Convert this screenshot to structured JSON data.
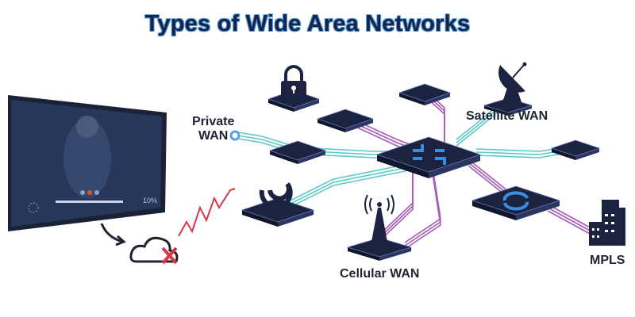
{
  "title": "Types of Wide Area Networks",
  "labels": {
    "private_wan": "Private WAN",
    "satellite_wan": "Satellite WAN",
    "cellular_wan": "Cellular WAN",
    "mpls": "MPLS"
  },
  "screen": {
    "progress_text": "10%",
    "progress": 0.1
  },
  "colors": {
    "tile": "#1c2340",
    "teal": "#5ec8c8",
    "purple": "#a65ab8",
    "blue": "#3a8ee0",
    "alert": "#d23a4a",
    "title": "#16244a"
  }
}
